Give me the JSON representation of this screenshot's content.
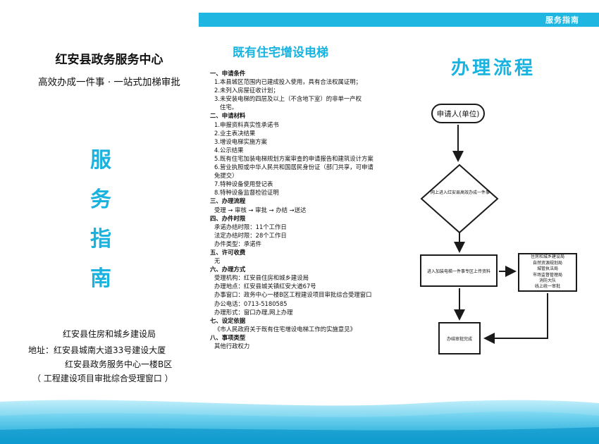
{
  "header": {
    "banner_text": "服务指南"
  },
  "left": {
    "org_title": "红安县政务服务中心",
    "slogan": "高效办成一件事 · 一站式加梯审批",
    "guide_chars": [
      "服",
      "务",
      "指",
      "南"
    ],
    "dept": "红安县住房和城乡建设局",
    "address_line1": "地址：红安县城南大道33号建设大厦",
    "address_line2": "红安县政务服务中心一楼B区",
    "address_line3": "（ 工程建设项目审批综合受理窗口 ）"
  },
  "middle": {
    "title": "既有住宅增设电梯",
    "lines": [
      {
        "cls": "h",
        "text": "一、申请条件"
      },
      {
        "cls": "it",
        "text": "1.本县城区范围内已建成投入使用，具有合法权属证明；"
      },
      {
        "cls": "it",
        "text": "2.未列入房屋征收计划；"
      },
      {
        "cls": "it",
        "text": "3.未安装电梯的四层及以上（不含地下室）的非单一产权"
      },
      {
        "cls": "it2",
        "text": "住宅。"
      },
      {
        "cls": "h",
        "text": "二、申请材料"
      },
      {
        "cls": "it",
        "text": "1.申报资料真实性承诺书"
      },
      {
        "cls": "it",
        "text": "2.业主表决结果"
      },
      {
        "cls": "it",
        "text": "3.增设电梯实施方案"
      },
      {
        "cls": "it",
        "text": "4.公示结果"
      },
      {
        "cls": "it",
        "text": "5.既有住宅加装电梯规划方案审查的申请报告和建筑设计方案"
      },
      {
        "cls": "it",
        "text": "6.营业执照或中华人民共和国居民身份证（部门共享，可申请"
      },
      {
        "cls": "it",
        "text": "免提交）"
      },
      {
        "cls": "it",
        "text": "7.特种设备使用登记表"
      },
      {
        "cls": "it",
        "text": "8.特种设备监督检验证明"
      },
      {
        "cls": "h",
        "text": "三、办理流程"
      },
      {
        "cls": "it",
        "text": "受理 → 审核 → 审批 → 办结 →送达"
      },
      {
        "cls": "h",
        "text": "四、办件时限"
      },
      {
        "cls": "it",
        "text": "承诺办结时限：11个工作日"
      },
      {
        "cls": "it",
        "text": "法定办结时限：28个工作日"
      },
      {
        "cls": "it",
        "text": "办件类型：承诺件"
      },
      {
        "cls": "h",
        "text": "五、许可收费"
      },
      {
        "cls": "it",
        "text": "无"
      },
      {
        "cls": "h",
        "text": "六、办理方式"
      },
      {
        "cls": "it",
        "text": "受理机构：红安县住房和城乡建设局"
      },
      {
        "cls": "it",
        "text": "办理地点：红安县城关镇红安大道67号"
      },
      {
        "cls": "it",
        "text": "办事窗口：政务中心一楼B区工程建设项目审批综合受理窗口"
      },
      {
        "cls": "it",
        "text": "办公电话：0713-5180585"
      },
      {
        "cls": "it",
        "text": "办理形式：窗口办理,网上办理"
      },
      {
        "cls": "h",
        "text": "七、设定依据"
      },
      {
        "cls": "it",
        "text": "《市人民政府关于既有住宅增设电梯工作的实施意见》"
      },
      {
        "cls": "h",
        "text": "八、事项类型"
      },
      {
        "cls": "it",
        "text": "其他行政权力"
      }
    ]
  },
  "flow": {
    "title": "办理流程",
    "applicant": "申请人(单位)",
    "decision": "网上进入红安县高效办成一件事",
    "submit": "进入加装电梯一件事专区上传资料",
    "depts": [
      "住房和城乡建设局",
      "自然资源规划局",
      "城管执法局",
      "市场监督管理局",
      "消防大队",
      "线上统一审批"
    ],
    "done": "办结审批完成"
  }
}
